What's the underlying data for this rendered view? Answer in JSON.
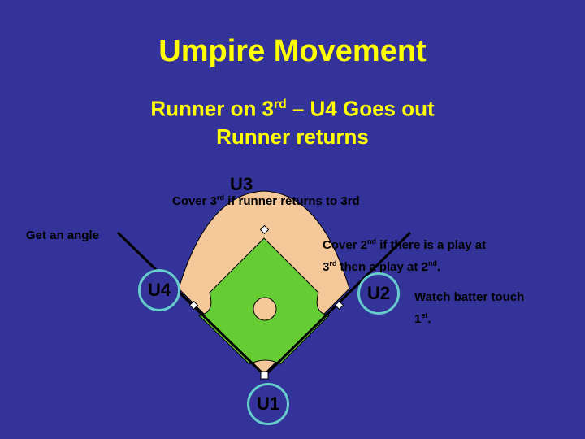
{
  "slide": {
    "title": "Umpire Movement",
    "subtitle_line1_pre": "Runner on 3",
    "subtitle_line1_sup": "rd",
    "subtitle_line1_post": " – U4 Goes out",
    "subtitle_line2": "Runner returns"
  },
  "umpires": {
    "u1": "U1",
    "u2": "U2",
    "u3": "U3",
    "u4": "U4"
  },
  "notes": {
    "cover_3rd_pre": "Cover 3",
    "cover_3rd_sup": "rd",
    "cover_3rd_post": " if runner returns to 3rd",
    "get_angle": "Get an angle",
    "cover_2nd_pre": "Cover 2",
    "cover_2nd_sup": "nd",
    "cover_2nd_mid": " if there is a play at",
    "cover_2nd_line2_pre": "3",
    "cover_2nd_line2_sup": "rd",
    "cover_2nd_line2_mid": " then a play at 2",
    "cover_2nd_line2_sup2": "nd",
    "cover_2nd_line2_post": ".",
    "watch_line1": "Watch batter touch",
    "watch_line2_pre": "1",
    "watch_line2_sup": "st",
    "watch_line2_post": "."
  },
  "colors": {
    "background": "#333399",
    "title": "#ffff00",
    "dirt": "#f5c89a",
    "grass": "#66cc33",
    "umpire_ring": "#66cccc"
  }
}
